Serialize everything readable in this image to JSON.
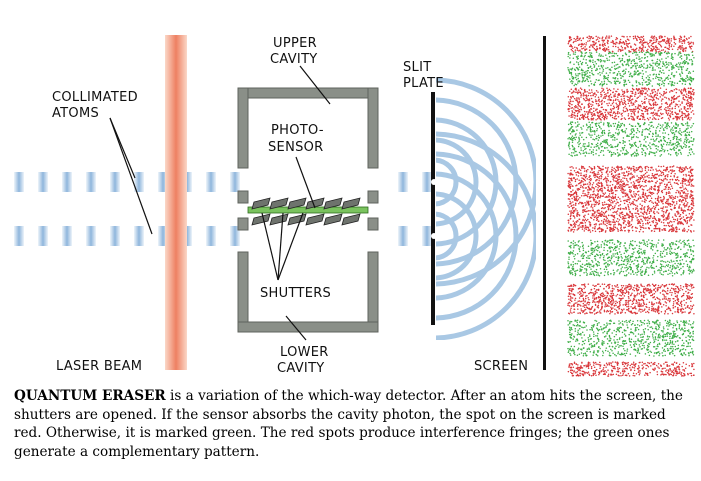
{
  "labels": {
    "collimated_atoms_1": "COLLIMATED",
    "collimated_atoms_2": "ATOMS",
    "upper_cavity_1": "UPPER",
    "upper_cavity_2": "CAVITY",
    "photo_sensor_1": "PHOTO-",
    "photo_sensor_2": "SENSOR",
    "slit_plate_1": "SLIT",
    "slit_plate_2": "PLATE",
    "shutters": "SHUTTERS",
    "lower_cavity_1": "LOWER",
    "lower_cavity_2": "CAVITY",
    "laser_beam": "LASER BEAM",
    "screen": "SCREEN"
  },
  "caption": {
    "title": "QUANTUM ERASER",
    "text": " is a variation of the which-way detector. After an atom hits the screen, the shutters are opened. If the sensor absorbs the cavity photon, the spot on the screen is marked red. Otherwise, it is marked green. The red spots produce interference fringes; the green ones generate a complementary pattern."
  },
  "colors": {
    "laser": "#f08a6c",
    "cavity_wall": "#8a8f88",
    "wave": "#a9c8e4",
    "sensor": "#7ac35e",
    "red_spot": "#d9363a",
    "green_spot": "#3fae48"
  }
}
